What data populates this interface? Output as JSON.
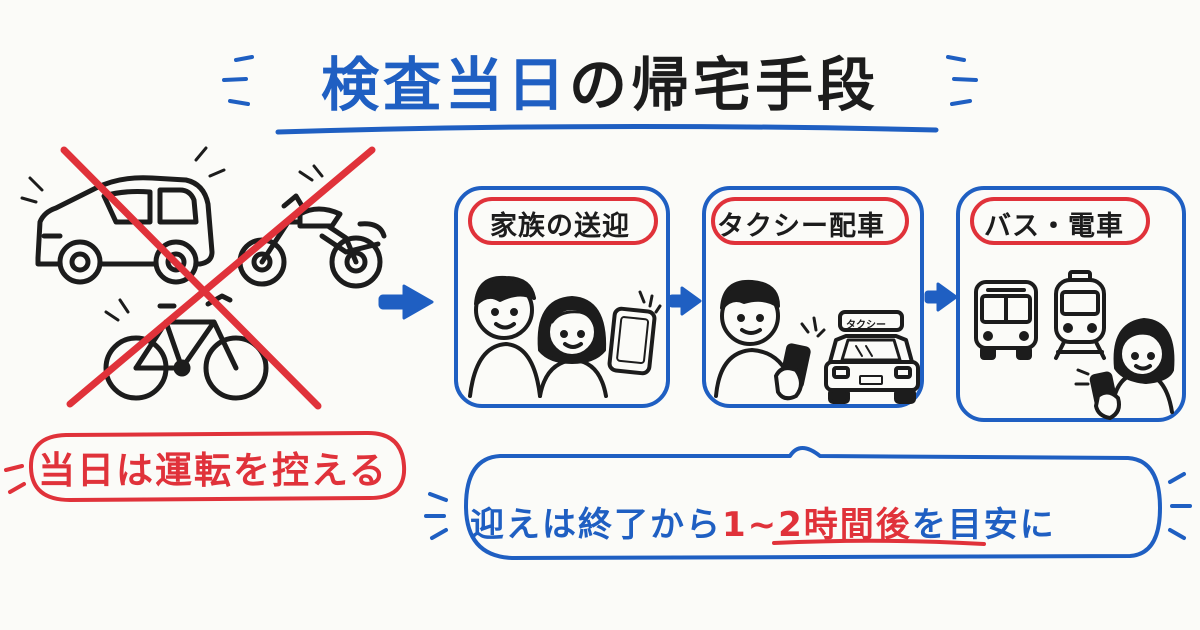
{
  "title": {
    "main": "検査当日",
    "tail": "の帰宅手段"
  },
  "warning": {
    "text": "当日は運転を控える"
  },
  "options": [
    {
      "label": "家族の送迎"
    },
    {
      "label": "タクシー配車"
    },
    {
      "label": "バス・電車"
    }
  ],
  "taxi_sign": "タクシー",
  "tip": {
    "before": "迎えは終了から",
    "highlight": "1~2時間後",
    "after": "を目安に"
  },
  "colors": {
    "blue": "#1f5fc2",
    "red": "#e0323a",
    "ink": "#1c1c1c",
    "background": "#fbfbf8"
  },
  "icons": [
    "car-icon",
    "motorcycle-icon",
    "bicycle-icon",
    "cross-mark-icon",
    "arrow-right-icon",
    "person-icon",
    "smartphone-icon",
    "taxi-icon",
    "bus-icon",
    "train-icon"
  ]
}
